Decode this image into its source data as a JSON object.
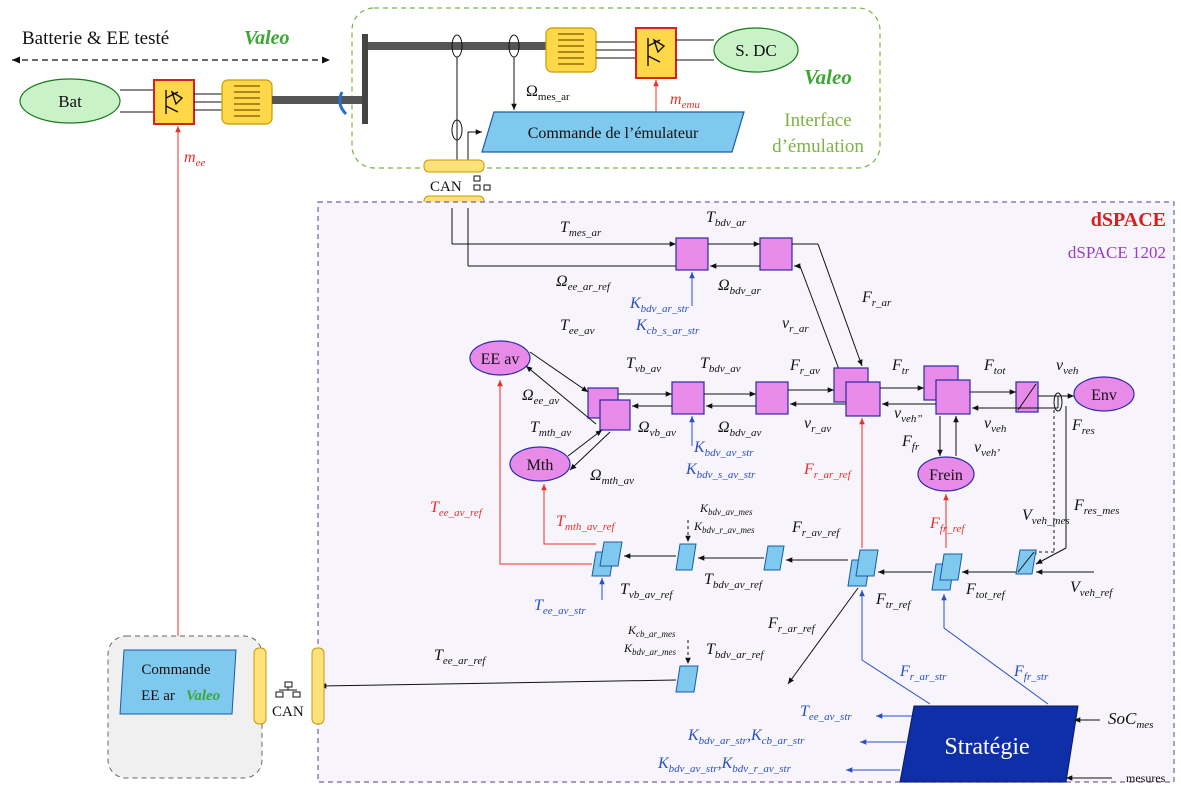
{
  "top": {
    "battery_label": "Batterie & EE testé",
    "bat": "Bat",
    "sdc": "S. DC",
    "omega_mes_ar": "Ωmes_ar",
    "m_emu": "memu",
    "emu_command": "Commande de l’émulateur",
    "interface_line1": "Interface",
    "interface_line2": "d’émulation",
    "m_ee": "mee",
    "can_top": "CAN",
    "logo": "Valeo"
  },
  "dspace": {
    "brand": "dSPACE",
    "model": "dSPACE 1202"
  },
  "nodes": {
    "ee_av": "EE av",
    "mth": "Mth",
    "env": "Env",
    "frein": "Frein",
    "strategie": "Stratégie",
    "commande_ee_ar_1": "Commande",
    "commande_ee_ar_2": "EE ar",
    "can_bottom": "CAN"
  },
  "signals": {
    "T_mes_ar": "Tmes_ar",
    "T_bdv_ar": "Tbdv_ar",
    "Omega_ee_ar_ref": "Ωee_ar_ref",
    "Omega_bdv_ar": "Ωbdv_ar",
    "K_bdv_ar_str": "Kbdv_ar_str",
    "K_cb_s_ar_str": "Kcb_s_ar_str",
    "F_r_ar": "Fr_ar",
    "v_r_ar": "vr_ar",
    "T_ee_av": "Tee_av",
    "T_vb_av": "Tvb_av",
    "T_bdv_av": "Tbdv_av",
    "F_r_av": "Fr_av",
    "F_tr": "Ftr",
    "F_tot": "Ftot",
    "v_veh": "vveh",
    "Omega_ee_av": "Ωee_av",
    "T_mth_av": "Tmth_av",
    "Omega_vb_av": "Ωvb_av",
    "Omega_bdv_av": "Ωbdv_av",
    "v_r_av": "vr_av",
    "v_veh_2": "vveh”",
    "v_veh_3": "vveh",
    "F_res": "Fres",
    "K_bdv_av_str": "Kbdv_av_str",
    "K_bdv_s_av_str": "Kbdv_s_av_str",
    "F_fr": "Ffr",
    "v_veh_1": "vveh’",
    "Omega_mth_av": "Ωmth_av",
    "F_r_ar_ref": "Fr_ar_ref",
    "T_ee_av_ref": "Tee_av_ref",
    "T_mth_av_ref": "Tmth_av_ref",
    "K_bdv_av_mes": "Kbdv_av_mes",
    "K_bdv_r_av_mes": "Kbdv_r_av_mes",
    "F_r_av_ref": "Fr_av_ref",
    "F_fr_ref": "Ffr_ref",
    "V_veh_mes": "Vveh_mes",
    "F_res_mes": "Fres_mes",
    "T_vb_av_ref": "Tvb_av_ref",
    "T_bdv_av_ref": "Tbdv_av_ref",
    "F_tr_ref": "Ftr_ref",
    "F_tot_ref": "Ftot_ref",
    "V_veh_ref": "Vveh_ref",
    "T_ee_av_str": "Tee_av_str",
    "K_cb_ar_mes": "Kcb_ar_mes",
    "K_bdv_ar_mes": "Kbdv_ar_mes",
    "F_r_ar_ref_2": "Fr_ar_ref",
    "T_ee_ar_ref": "Tee_ar_ref",
    "T_bdv_ar_ref": "Tbdv_ar_ref",
    "F_r_ar_str": "Fr_ar_str",
    "F_fr_str": "Ffr_str",
    "T_ee_av_str_2": "Tee_av_str",
    "K_ar_pair": "Kbdv_ar_str,Kcb_ar_str",
    "K_av_pair": "Kbdv_av_str,Kbdv_r_av_str",
    "SoC_mes": "SoCmes",
    "mesures": "mesures"
  },
  "colors": {
    "pink": "#e88ae8",
    "light_blue": "#7fc8ee",
    "yellow": "#ffd84a",
    "green_ellipse": "#c9f2c9",
    "dark_blue": "#0f2fa8",
    "red": "#e8302a",
    "blue_text": "#2b4fc7",
    "dspace_red": "#d81e1e",
    "dspace_purple": "#9b3dc4"
  }
}
